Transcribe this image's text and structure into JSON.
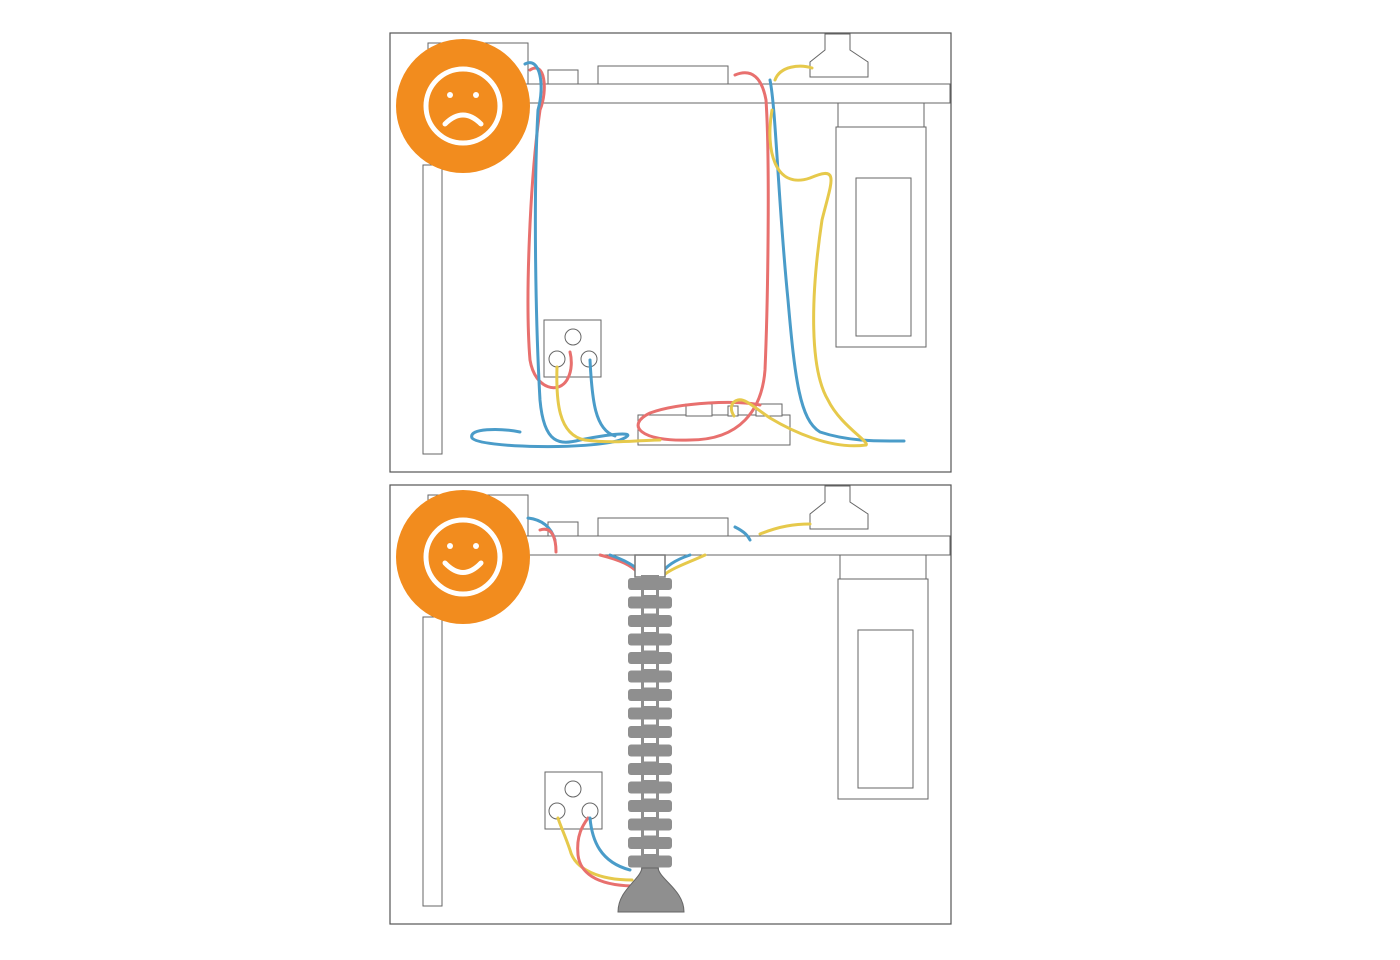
{
  "colors": {
    "badge": "#F28C1E",
    "cable_red": "#E8706E",
    "cable_blue": "#4A9CC9",
    "cable_yellow": "#E6C94B",
    "spine": "#8F8F8F",
    "outline": "#555555"
  },
  "panels": [
    {
      "name": "messy-desk-panel",
      "mood": "sad",
      "badge_icon": "sad-face-icon"
    },
    {
      "name": "tidy-desk-panel",
      "mood": "happy",
      "badge_icon": "happy-face-icon"
    }
  ]
}
